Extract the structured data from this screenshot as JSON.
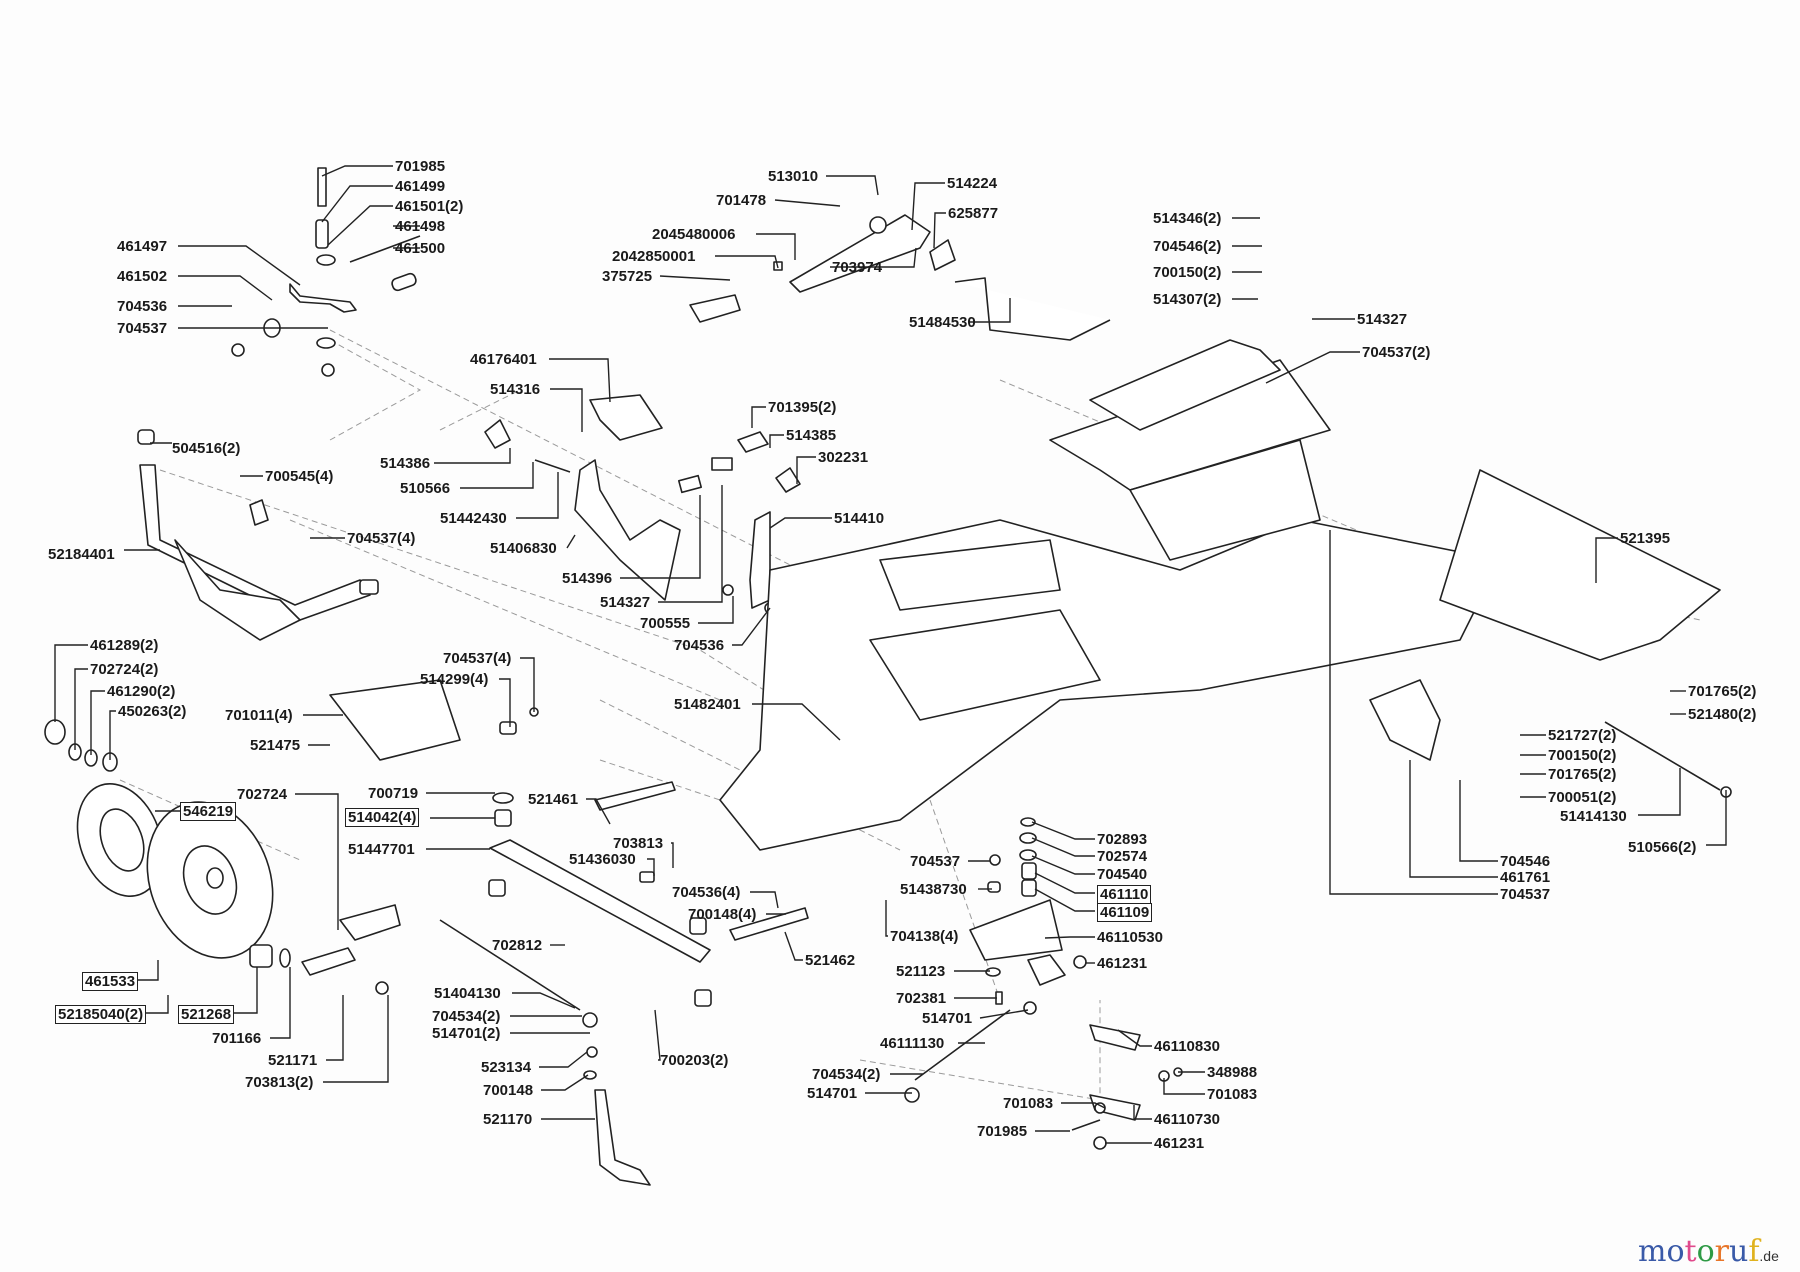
{
  "diagram": {
    "type": "exploded parts diagram",
    "subject": "ride-on mower chassis / steering assembly",
    "part_labels": [
      {
        "id": "701985",
        "text": "701985"
      },
      {
        "id": "461499",
        "text": "461499"
      },
      {
        "id": "461501",
        "text": "461501(2)"
      },
      {
        "id": "461498",
        "text": "461498"
      },
      {
        "id": "461497",
        "text": "461497"
      },
      {
        "id": "461500",
        "text": "461500"
      },
      {
        "id": "461502",
        "text": "461502"
      },
      {
        "id": "704536a",
        "text": "704536"
      },
      {
        "id": "704537a",
        "text": "704537"
      },
      {
        "id": "513010",
        "text": "513010"
      },
      {
        "id": "514224",
        "text": "514224"
      },
      {
        "id": "701478",
        "text": "701478"
      },
      {
        "id": "625877",
        "text": "625877"
      },
      {
        "id": "2045480006",
        "text": "2045480006"
      },
      {
        "id": "2042850001",
        "text": "2042850001"
      },
      {
        "id": "703974",
        "text": "703974"
      },
      {
        "id": "375725",
        "text": "375725"
      },
      {
        "id": "51484530",
        "text": "51484530"
      },
      {
        "id": "514346",
        "text": "514346(2)"
      },
      {
        "id": "704546a",
        "text": "704546(2)"
      },
      {
        "id": "700150a",
        "text": "700150(2)"
      },
      {
        "id": "514307",
        "text": "514307(2)"
      },
      {
        "id": "514327a",
        "text": "514327"
      },
      {
        "id": "704537b",
        "text": "704537(2)"
      },
      {
        "id": "46176401",
        "text": "46176401"
      },
      {
        "id": "514316",
        "text": "514316"
      },
      {
        "id": "701395",
        "text": "701395(2)"
      },
      {
        "id": "514385",
        "text": "514385"
      },
      {
        "id": "514386",
        "text": "514386"
      },
      {
        "id": "302231",
        "text": "302231"
      },
      {
        "id": "510566a",
        "text": "510566"
      },
      {
        "id": "51442430",
        "text": "51442430"
      },
      {
        "id": "514410",
        "text": "514410"
      },
      {
        "id": "51406830",
        "text": "51406830"
      },
      {
        "id": "514396",
        "text": "514396"
      },
      {
        "id": "514327b",
        "text": "514327"
      },
      {
        "id": "700555",
        "text": "700555"
      },
      {
        "id": "704536b",
        "text": "704536"
      },
      {
        "id": "504516",
        "text": "504516(2)"
      },
      {
        "id": "700545",
        "text": "700545(4)"
      },
      {
        "id": "704537c",
        "text": "704537(4)"
      },
      {
        "id": "52184401",
        "text": "52184401"
      },
      {
        "id": "521395",
        "text": "521395"
      },
      {
        "id": "461289",
        "text": "461289(2)"
      },
      {
        "id": "702724a",
        "text": "702724(2)"
      },
      {
        "id": "461290",
        "text": "461290(2)"
      },
      {
        "id": "450263",
        "text": "450263(2)"
      },
      {
        "id": "704537d",
        "text": "704537(4)"
      },
      {
        "id": "514299",
        "text": "514299(4)"
      },
      {
        "id": "701011",
        "text": "701011(4)"
      },
      {
        "id": "521475",
        "text": "521475"
      },
      {
        "id": "51482401",
        "text": "51482401"
      },
      {
        "id": "701765a",
        "text": "701765(2)"
      },
      {
        "id": "521480",
        "text": "521480(2)"
      },
      {
        "id": "521727",
        "text": "521727(2)"
      },
      {
        "id": "700150b",
        "text": "700150(2)"
      },
      {
        "id": "701765b",
        "text": "701765(2)"
      },
      {
        "id": "700051",
        "text": "700051(2)"
      },
      {
        "id": "51414130",
        "text": "51414130"
      },
      {
        "id": "510566b",
        "text": "510566(2)"
      },
      {
        "id": "702724b",
        "text": "702724"
      },
      {
        "id": "700719",
        "text": "700719"
      },
      {
        "id": "546219",
        "text": "546219",
        "boxed": true
      },
      {
        "id": "521461",
        "text": "521461"
      },
      {
        "id": "514042",
        "text": "514042(4)",
        "boxed": true
      },
      {
        "id": "51447701",
        "text": "51447701"
      },
      {
        "id": "703813a",
        "text": "703813"
      },
      {
        "id": "51436030",
        "text": "51436030"
      },
      {
        "id": "704537e",
        "text": "704537"
      },
      {
        "id": "702893",
        "text": "702893"
      },
      {
        "id": "702574",
        "text": "702574"
      },
      {
        "id": "704540",
        "text": "704540"
      },
      {
        "id": "461110",
        "text": "461110",
        "boxed": true
      },
      {
        "id": "461109",
        "text": "461109",
        "boxed": true
      },
      {
        "id": "51438730",
        "text": "51438730"
      },
      {
        "id": "704546b",
        "text": "704546"
      },
      {
        "id": "461761",
        "text": "461761"
      },
      {
        "id": "704537f",
        "text": "704537"
      },
      {
        "id": "704536c",
        "text": "704536(4)"
      },
      {
        "id": "700148a",
        "text": "700148(4)"
      },
      {
        "id": "704138",
        "text": "704138(4)"
      },
      {
        "id": "46110530",
        "text": "46110530"
      },
      {
        "id": "702812",
        "text": "702812"
      },
      {
        "id": "521462",
        "text": "521462"
      },
      {
        "id": "461231a",
        "text": "461231"
      },
      {
        "id": "521123",
        "text": "521123"
      },
      {
        "id": "461533",
        "text": "461533",
        "boxed": true
      },
      {
        "id": "702381",
        "text": "702381"
      },
      {
        "id": "51404130",
        "text": "51404130"
      },
      {
        "id": "514701a",
        "text": "514701"
      },
      {
        "id": "52185040",
        "text": "52185040(2)",
        "boxed": true
      },
      {
        "id": "521268",
        "text": "521268",
        "boxed": true
      },
      {
        "id": "704534a",
        "text": "704534(2)"
      },
      {
        "id": "701166",
        "text": "701166"
      },
      {
        "id": "514701b",
        "text": "514701(2)"
      },
      {
        "id": "46111130",
        "text": "46111130"
      },
      {
        "id": "46110830",
        "text": "46110830"
      },
      {
        "id": "521171",
        "text": "521171"
      },
      {
        "id": "523134",
        "text": "523134"
      },
      {
        "id": "700203",
        "text": "700203(2)"
      },
      {
        "id": "703813b",
        "text": "703813(2)"
      },
      {
        "id": "700148b",
        "text": "700148"
      },
      {
        "id": "704534b",
        "text": "704534(2)"
      },
      {
        "id": "348988",
        "text": "348988"
      },
      {
        "id": "514701c",
        "text": "514701"
      },
      {
        "id": "701083a",
        "text": "701083"
      },
      {
        "id": "701083b",
        "text": "701083"
      },
      {
        "id": "521170",
        "text": "521170"
      },
      {
        "id": "46110730",
        "text": "46110730"
      },
      {
        "id": "701985b",
        "text": "701985"
      },
      {
        "id": "461231b",
        "text": "461231"
      }
    ]
  },
  "watermark": {
    "letters": [
      "m",
      "o",
      "t",
      "o",
      "r",
      "u",
      "f"
    ],
    "colors": [
      "#3a5aa8",
      "#3a5aa8",
      "#e04a8c",
      "#2e9a45",
      "#e8762a",
      "#3a5aa8",
      "#e0b21e"
    ],
    "tld": ".de"
  }
}
